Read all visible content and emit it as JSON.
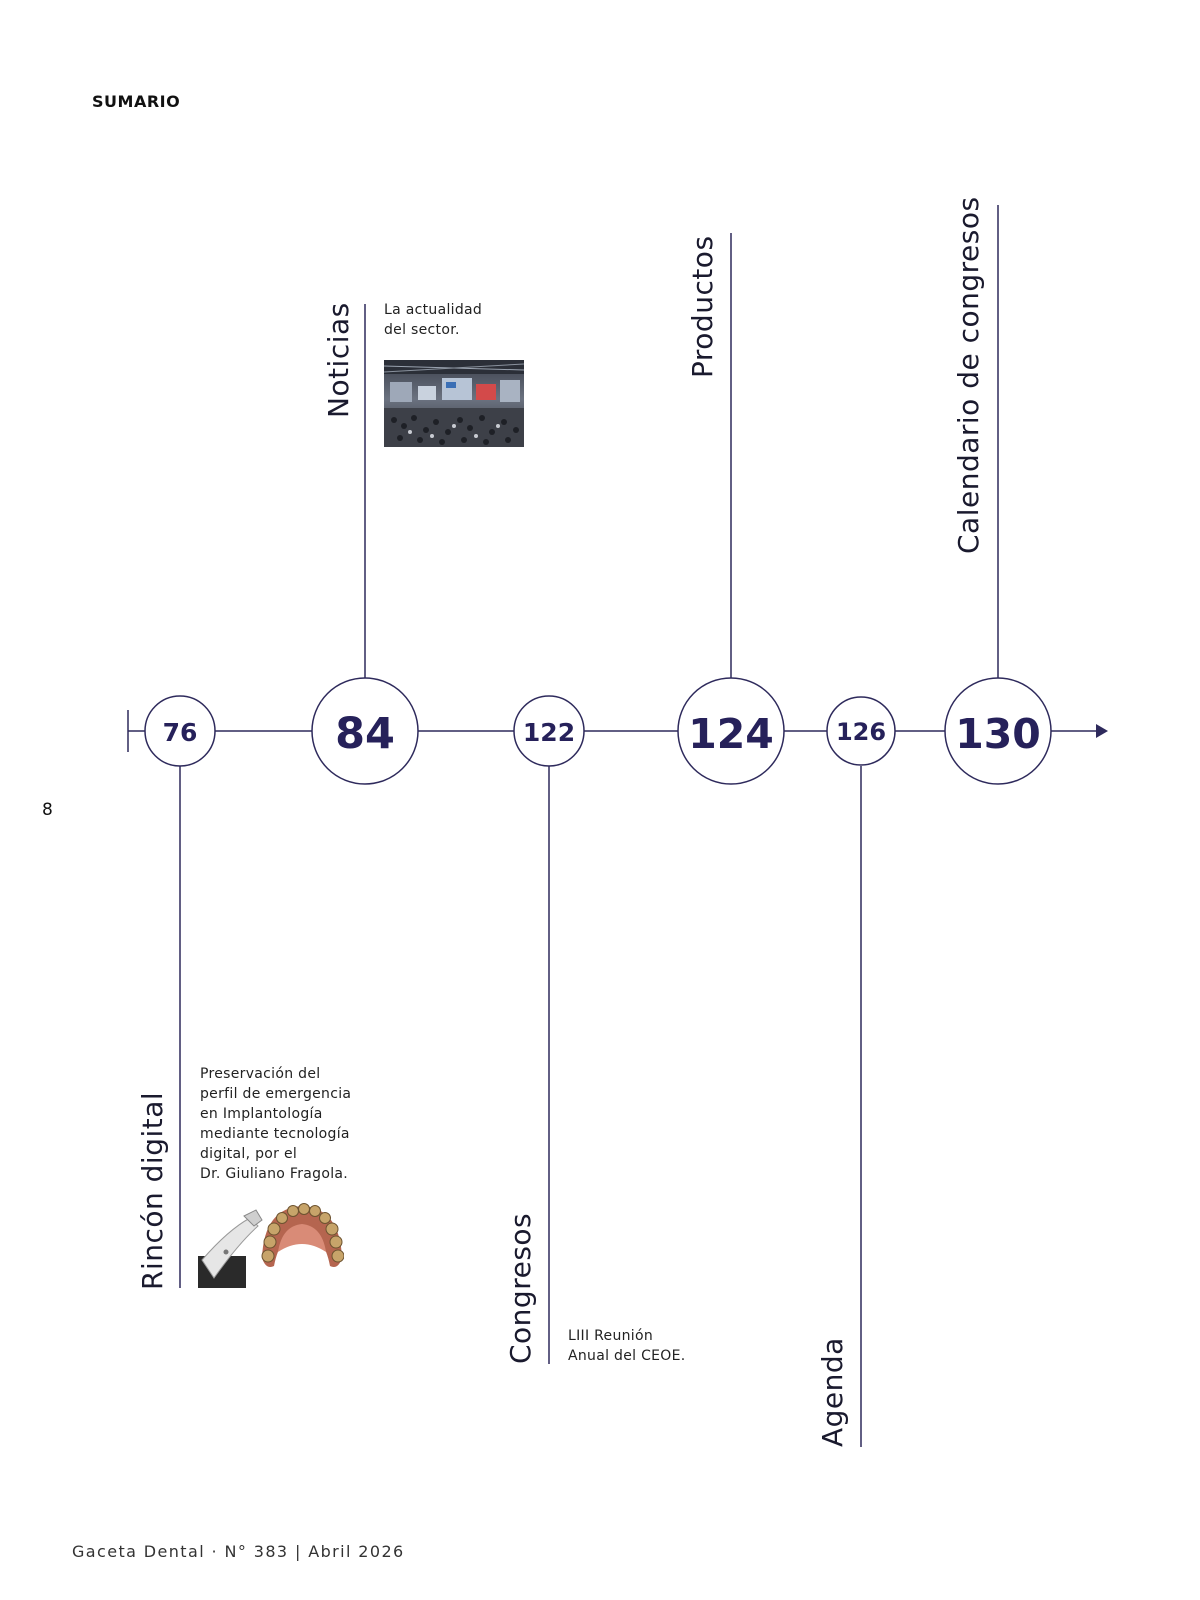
{
  "header": {
    "section_title": "SUMARIO"
  },
  "page_number": "8",
  "footer": {
    "text": "Gaceta Dental · N° 383 | Abril 2026"
  },
  "colors": {
    "line": "#2e2a5c",
    "number": "#26215a",
    "text": "#1a1a2e"
  },
  "timeline": {
    "items": [
      {
        "page": "76",
        "title": "Rincón digital",
        "description": [
          "Preservación del",
          "perfil de emergencia",
          "en Implantología",
          "mediante tecnología",
          "digital, por el",
          "Dr. Giuliano Fragola."
        ],
        "image": "intraoral-scanner-and-dental-arch-image"
      },
      {
        "page": "84",
        "title": "Noticias",
        "description": [
          "La actualidad",
          "del sector."
        ],
        "image": "trade-fair-photo"
      },
      {
        "page": "122",
        "title": "Congresos",
        "description": [
          "LIII Reunión",
          "Anual del CEOE."
        ]
      },
      {
        "page": "124",
        "title": "Productos"
      },
      {
        "page": "126",
        "title": "Agenda"
      },
      {
        "page": "130",
        "title": "Calendario de congresos"
      }
    ]
  }
}
